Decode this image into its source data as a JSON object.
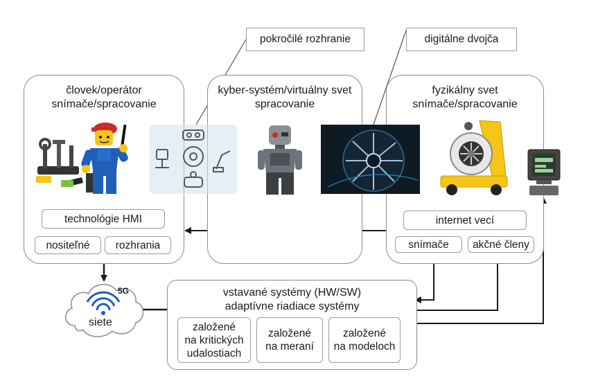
{
  "callouts": {
    "advanced_interfaces": "pokročilé rozhranie",
    "digital_twin": "digitálne dvojča"
  },
  "human_panel": {
    "title_line1": "človek/operátor",
    "title_line2": "snímače/spracovanie",
    "hmi": "technológie HMI",
    "wearables": "nositeľné",
    "interfaces": "rozhrania"
  },
  "cyber_panel": {
    "title_line1": "kyber-systém/virtuálny svet",
    "title_line2": "spracovanie"
  },
  "physical_panel": {
    "title_line1": "fyzikálny svet",
    "title_line2": "snímače/spracovanie",
    "iot": "internet vecí",
    "sensors": "snímače",
    "actuators": "akčné členy"
  },
  "embedded_panel": {
    "title_line1": "vstavané systémy (HW/SW)",
    "title_line2": "adaptívne riadiace systémy",
    "box1_l1": "založené",
    "box1_l2": "na kritických",
    "box1_l3": "udalostiach",
    "box2_l1": "založené",
    "box2_l2": "na meraní",
    "box3_l1": "založené",
    "box3_l2": "na modeloch"
  },
  "network": {
    "label": "siete",
    "badge": "5G"
  },
  "colors": {
    "border": "#8a8a8a",
    "arrow": "#1a1a1a",
    "lego_yellow": "#f5c518",
    "lego_blue": "#1f5fb8",
    "lego_red": "#d0282c",
    "dark_bg": "#0e1a24"
  }
}
